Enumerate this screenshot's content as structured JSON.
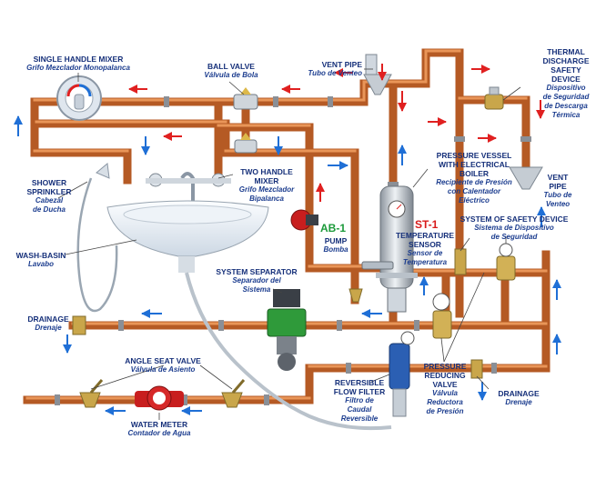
{
  "labels": {
    "single_handle_mixer": {
      "en": "SINGLE HANDLE MIXER",
      "es": "Grifo Mezclador Monopalanca"
    },
    "ball_valve": {
      "en": "BALL VALVE",
      "es": "Válvula de Bola"
    },
    "vent_pipe_top": {
      "en": "VENT PIPE",
      "es": "Tubo de Venteo"
    },
    "thermal_device": {
      "en": [
        "THERMAL",
        "DISCHARGE",
        "SAFETY",
        "DEVICE"
      ],
      "es": [
        "Dispositivo",
        "de Seguridad",
        "de Descarga",
        "Térmica"
      ]
    },
    "vent_pipe_right": {
      "en": [
        "VENT",
        "PIPE"
      ],
      "es": [
        "Tubo de",
        "Venteo"
      ]
    },
    "pressure_vessel": {
      "en": [
        "PRESSURE VESSEL",
        "WITH ELECTRICAL",
        "BOILER"
      ],
      "es": [
        "Recipiente de Presión",
        "con Calentador",
        "Eléctrico"
      ]
    },
    "shower_sprinkler": {
      "en": [
        "SHOWER",
        "SPRINKLER"
      ],
      "es": [
        "Cabezal",
        "de Ducha"
      ]
    },
    "two_handle_mixer": {
      "en": [
        "TWO HANDLE",
        "MIXER"
      ],
      "es": [
        "Grifo Mezclador",
        "Bipalanca"
      ]
    },
    "pump": {
      "en": "PUMP",
      "es": "Bomba"
    },
    "temperature_sensor": {
      "en": [
        "TEMPERATURE",
        "SENSOR"
      ],
      "es": [
        "Sensor de",
        "Temperatura"
      ]
    },
    "safety_system": {
      "en": "SYSTEM OF SAFETY DEVICE",
      "es": [
        "Sistema de Dispositivo",
        "de Seguridad"
      ]
    },
    "wash_basin": {
      "en": "WASH-BASIN",
      "es": "Lavabo"
    },
    "system_separator": {
      "en": "SYSTEM SEPARATOR",
      "es": [
        "Separador del",
        "Sistema"
      ]
    },
    "drainage_left": {
      "en": "DRAINAGE",
      "es": "Drenaje"
    },
    "angle_seat_valve": {
      "en": "ANGLE SEAT VALVE",
      "es": "Válvula de Asiento"
    },
    "reversible_filter": {
      "en": [
        "REVERSIBLE",
        "FLOW FILTER"
      ],
      "es": [
        "Filtro de",
        "Caudal",
        "Reversible"
      ]
    },
    "pressure_reducing_valve": {
      "en": [
        "PRESSURE",
        "REDUCING",
        "VALVE"
      ],
      "es": [
        "Válvula",
        "Reductora",
        "de Presión"
      ]
    },
    "drainage_right": {
      "en": "DRAINAGE",
      "es": "Drenaje"
    },
    "water_meter": {
      "en": "WATER METER",
      "es": "Contador de Agua"
    }
  },
  "tags": {
    "pump": "AB-1",
    "sensor": "ST-1"
  },
  "colors": {
    "pipe": "#c8652a",
    "pipe_hi": "#eb9a62",
    "label": "#16307a",
    "hot_arrow": "#e02020",
    "cold_arrow": "#1f6fd6",
    "tag_green": "#1c9a3a",
    "tag_red": "#d81b1b"
  }
}
